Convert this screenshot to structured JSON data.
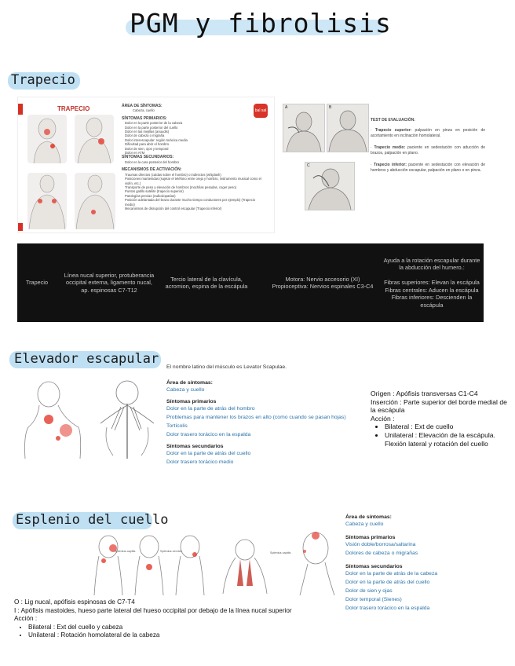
{
  "title": "PGM y fibrolisis",
  "sections": {
    "trapecio": "Trapecio",
    "elevador": "Elevador escapular",
    "esplenio": "Esplenio del cuello"
  },
  "trapecio_sheet": {
    "heading": "TRAPECIO",
    "area_head": "ÁREA DE SÍNTOMAS:",
    "area_val": "Cabeza, cuello",
    "prim_head": "SÍNTOMAS PRIMARIOS:",
    "prim_items": [
      "Dolor en la parte posterior de la cabeza",
      "Dolor en la parte posterior del cuello",
      "Dolor en las mejillas (anuudis)",
      "Dolor de cabeza o migraña",
      "Dolor interescapular: región torácica media",
      "Dificultad para abrir el hombro",
      "Dolor de sien, ojos y temporal",
      "Dolor en ATM"
    ],
    "sec_head": "SÍNTOMAS SECUNDARIOS:",
    "sec_items": [
      "Dolor en la cara posterior del hombro"
    ],
    "mec_head": "MECANISMOS DE ACTIVACIÓN:",
    "mec_items": [
      "Traumas directos (caídas sobre el hombro) o indirectos (whiplash)",
      "Posiciones mantenidas (sujetar el teléfono entre oreja y hombro, instrumento musical como el violín, etc.)",
      "Transporte de peso y elevación de hombros (mochilas pesadas, coger peso)",
      "Puntos gatillo satélite (trapecio superior)",
      "Patologías previas (radiculopatías)",
      "Posición adelantada del brazo durante mucho tiempo conductores por ejemplo) (Trapecio medio)",
      "Mecanismos de disrupción del control escapular (Trapecio inferior)"
    ],
    "logo": "bal sal"
  },
  "test": {
    "head": "TEST DE EVALUACIÓN:",
    "sup_b": "Trapecio superior:",
    "sup": " palpación en pinza en posición de acortamiento en inclinación homolateral.",
    "med_b": "Trapecio medio:",
    "med": " paciente en sedestación con aducción de brazos, palpación en plano.",
    "inf_b": "Trapecio inferior:",
    "inf": " paciente en sedestación con elevación de hombros y abducción escapular, palpación en plano o en pinza.",
    "labels": [
      "A",
      "B",
      "C"
    ]
  },
  "table": {
    "name": "Trapecio",
    "origin": "Línea nucal superior, protuberancia occipital externa, ligamento nucal, ap. espinosas C7-T12",
    "insertion": "Tercio lateral de la clavícula, acromion, espina de la escápula",
    "innervation": "Motora: Nervio accesorio (XI) Propioceptiva: Nervios espinales C3-C4",
    "action": "Ayuda a la rotación escapular durante la abducción del humero.:\n\nFibras superiores: Elevan la escápula\nFibras centrales: Aducen la escápula\nFibras inferiores: Descienden la escápula"
  },
  "elevador": {
    "latin": "El nombre latino del músculo es Levator Scapulae.",
    "area_head": "Área de síntomas:",
    "area_val": "Cabeza y cuello",
    "prim_head": "Síntomas primarios",
    "prim": [
      "Dolor en la parte de atrás del hombro",
      "Problemas para mantener los brazos en alto (como cuando se pasan hojas)",
      "Tortícolis",
      "Dolor trasero torácico en la espalda"
    ],
    "sec_head": "Síntomas secundarios",
    "sec": [
      "Dolor en la parte de atrás del cuello",
      "Dolor trasero torácico medio"
    ],
    "origen": "Origen : Apófisis transversas C1-C4",
    "insercion": "Inserción : Parte superior del borde medial de la escápula",
    "accion": "Acción :",
    "bullets": [
      "Bilateral : Ext de cuello",
      "Unilateral : Elevación de la escápula. Flexión lateral y rotación del cuello"
    ]
  },
  "esplenio": {
    "area_head": "Área de síntomas:",
    "area_val": "Cabeza y cuello",
    "prim_head": "Síntomas primarios",
    "prim": [
      "Visión doble/borrosa/saltarina",
      "Dolores de cabeza o migrañas"
    ],
    "sec_head": "Síntomas secundarios",
    "sec": [
      "Dolor en la parte de atrás de la cabeza",
      "Dolor en la parte de atrás del cuello",
      "Dolor de sien y ojas",
      "Dolor temporal (Sienes)",
      "Dolor trasero torácico en la espalda"
    ],
    "fig_labels": [
      "Splenius capitis",
      "Splenius cervicis",
      "Splenius capitis"
    ],
    "o": "O : Lig nucal, apófisis espinosas de C7-T4",
    "i": "I : Apófisis mastoides, hueso parte lateral del hueso occipital por debajo de la línea nucal superior",
    "accion": "Acción :",
    "bullets": [
      "Bilateral : Ext del cuello y cabeza",
      "Unilateral : Rotación homolateral de la cabeza"
    ]
  },
  "colors": {
    "accent": "#bfe0f3",
    "link": "#2a72a8",
    "trigger": "#e23b2e"
  }
}
